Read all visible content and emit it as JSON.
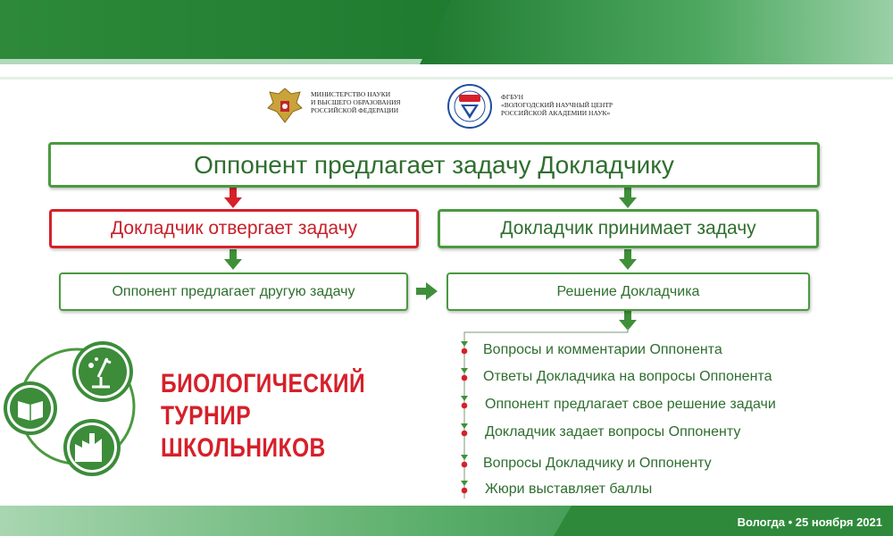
{
  "colors": {
    "green": "#4a9a3f",
    "dark_green": "#2f6e2f",
    "red": "#d6202a",
    "light_green": "#7fbf8c"
  },
  "header": {
    "ministry": {
      "line1": "Министерство науки",
      "line2": "и высшего образования",
      "line3": "Российской Федерации"
    },
    "center": {
      "line1": "ФГБУН",
      "line2": "«Вологодский научный центр",
      "line3": "Российской академии наук»"
    }
  },
  "diagram": {
    "top": "Оппонент предлагает задачу Докладчику",
    "reject": "Докладчик отвергает задачу",
    "accept": "Докладчик принимает задачу",
    "other_task": "Оппонент предлагает другую задачу",
    "solution": "Решение Докладчика",
    "steps": [
      "Вопросы и комментарии Оппонента",
      "Ответы Докладчика на вопросы Оппонента",
      "Оппонент предлагает свое решение задачи",
      "Докладчик задает вопросы Оппоненту",
      "Вопросы Докладчику и Оппоненту",
      "Жюри выставляет баллы"
    ]
  },
  "brand": {
    "line1": "БИОЛОГИЧЕСКИЙ",
    "line2": "ТУРНИР",
    "line3": "ШКОЛЬНИКОВ"
  },
  "icons": [
    "microscope-icon",
    "book-icon",
    "factory-icon"
  ],
  "footer": {
    "text": "Вологда • 25 ноября 2021"
  }
}
